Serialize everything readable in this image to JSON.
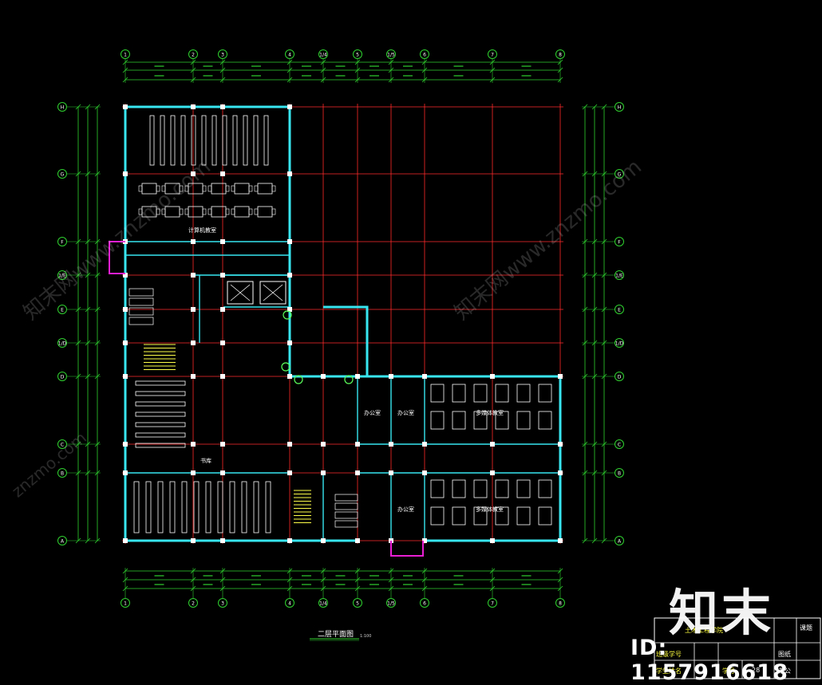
{
  "drawing": {
    "plan_title": "二层平面图",
    "plan_scale": "1:100",
    "grid_top_labels": [
      "1",
      "2",
      "3",
      "4",
      "1/4",
      "5",
      "1/5",
      "6",
      "7",
      "8"
    ],
    "grid_side_labels": [
      "H",
      "G",
      "F",
      "1/E",
      "E",
      "1/D",
      "D",
      "C",
      "B",
      "A"
    ],
    "rooms": [
      {
        "name": "计算机教室",
        "key": "r1"
      },
      {
        "name": "办公室",
        "key": "r2"
      },
      {
        "name": "办公室",
        "key": "r3"
      },
      {
        "name": "多媒体教室",
        "key": "r4"
      },
      {
        "name": "多媒体教室",
        "key": "r5"
      },
      {
        "name": "办公室",
        "key": "r6"
      },
      {
        "name": "书库",
        "key": "r7"
      }
    ]
  },
  "title_block": {
    "school": "土木工程学院",
    "row1_label": "班级学号",
    "row1_value": "",
    "row2_label": "学生姓名",
    "row2_value": "",
    "student_no_label": "学号",
    "student_no_value": "28",
    "side_top": "课题",
    "side_mid": "图纸",
    "side_bot": "办公"
  },
  "watermark": {
    "logo": "知末",
    "id": "ID: 1157916618",
    "diag1": "知末网www.znzmo.com",
    "diag2": "znzmo.com"
  },
  "colors": {
    "background": "#000000",
    "grid": "#ff2a2a",
    "wall": "#37e6f0",
    "dimension": "#2fd12f",
    "furniture": "#ffffff",
    "stair": "#ffff4a",
    "magenta": "#e81fd3"
  }
}
